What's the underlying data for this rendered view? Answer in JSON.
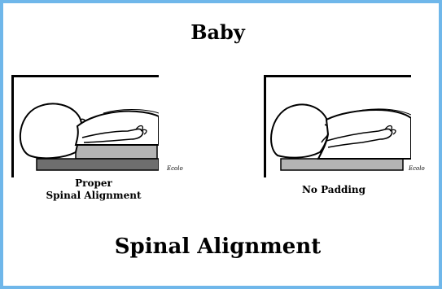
{
  "header": {
    "title": "Baby"
  },
  "footer": {
    "title": "Spinal Alignment"
  },
  "panels": [
    {
      "caption_lines": [
        "Proper",
        "Spinal Alignment"
      ],
      "padding": true
    },
    {
      "caption_lines": [
        "No Padding"
      ],
      "padding": false
    }
  ],
  "signature": "Ecolo",
  "colors": {
    "border": "#6fb7ea",
    "padding_fill": "#b4b4b4",
    "board_fill": "#6e6e6e"
  }
}
